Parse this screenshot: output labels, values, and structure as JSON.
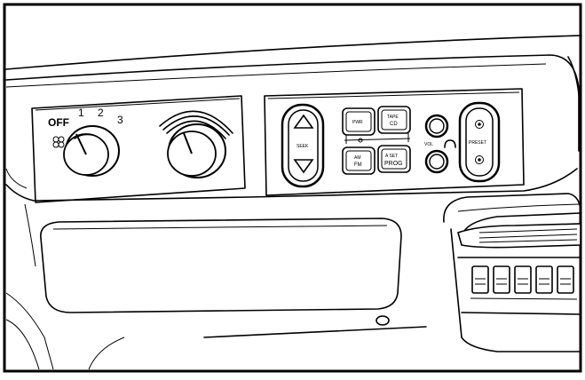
{
  "fan_control": {
    "off_label": "OFF",
    "speed_labels": [
      "1",
      "2",
      "3"
    ]
  },
  "radio": {
    "seek_label": "SEEK",
    "pwr_label": "PWR",
    "tape_cd_label": [
      "TAPE",
      "CD"
    ],
    "am_fm_label": [
      "AM",
      "FM"
    ],
    "auto_prog_label": [
      "A SET",
      "PROG"
    ],
    "vol_label": "VOL",
    "preset_label": "PRESET"
  }
}
